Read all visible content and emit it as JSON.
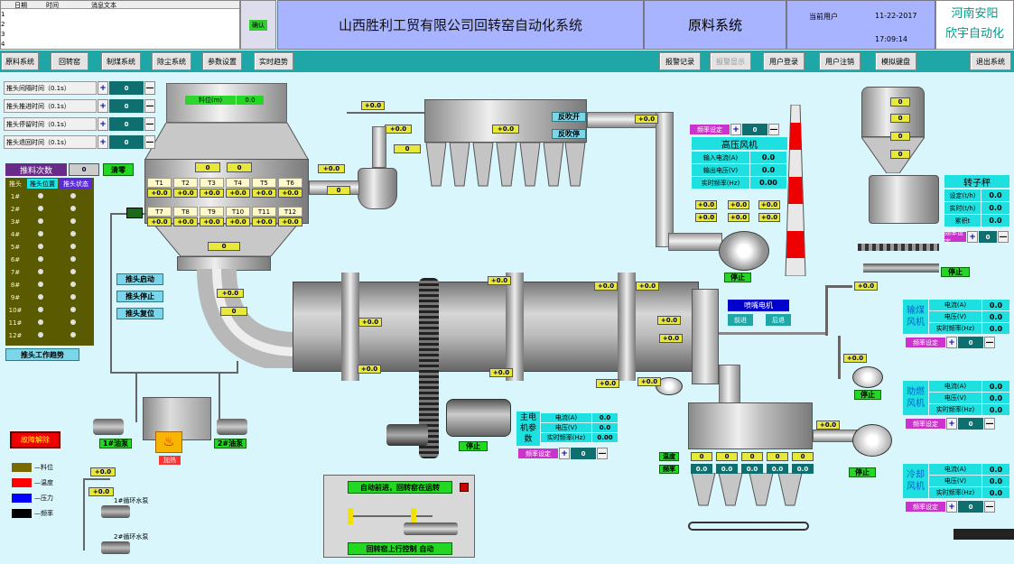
{
  "header": {
    "msg_cols": [
      "日期",
      "时间",
      "消息文本"
    ],
    "msg_rows": [
      "1",
      "2",
      "3",
      "4"
    ],
    "ack_btn": "确认",
    "company_title": "山西胜利工贸有限公司回转窑自动化系统",
    "subsystem": "原料系统",
    "user_label": "当前用户",
    "date": "11-22-2017",
    "time": "17:09:14",
    "brand_line1": "河南安阳",
    "brand_line2": "欣宇自动化"
  },
  "toolbar": {
    "left": [
      "原料系统",
      "回转窑",
      "制煤系统",
      "除尘系统",
      "参数设置",
      "实时趋势"
    ],
    "right": [
      "报警记录",
      "报警显示",
      "用户登录",
      "用户注销",
      "模拟键盘",
      "退出系统"
    ]
  },
  "params": {
    "rows": [
      "推头间隔时间（0.1s）",
      "推头推进时间（0.1s）",
      "推头停留时间（0.1s）",
      "推头退回时间（0.1s）"
    ],
    "plus": "+",
    "minus": "—",
    "value": "0"
  },
  "push_count": {
    "label": "推料次数",
    "value": "0",
    "btn": "清零"
  },
  "head_table": {
    "cols": [
      "推头",
      "推头位置",
      "推头状态"
    ],
    "rows": [
      "1#",
      "2#",
      "3#",
      "4#",
      "5#",
      "6#",
      "7#",
      "8#",
      "9#",
      "10#",
      "11#",
      "12#"
    ],
    "footer": "推头工作趋势"
  },
  "hopper": {
    "level_label": "料位(m)",
    "level_value": "0.0"
  },
  "temps_row1": [
    "T1",
    "T2",
    "T3",
    "T4",
    "T5",
    "T6"
  ],
  "temps_row2": [
    "T7",
    "T8",
    "T9",
    "T10",
    "T11",
    "T12"
  ],
  "push_buttons": [
    "推头启动",
    "推头停止",
    "推头复位"
  ],
  "reading": "+0.0",
  "reading_short": "0",
  "dust": {
    "btn1": "反吹开",
    "btn2": "反吹停"
  },
  "freq_set": "频率设定",
  "hp_fan": {
    "title": "高压风机",
    "rows": [
      "输入电流(A)",
      "输出电压(V)",
      "实时频率(Hz)"
    ],
    "values": [
      "0.0",
      "0.0",
      "0.00"
    ],
    "stop": "停止"
  },
  "nozzle": {
    "title": "喷嘴电机",
    "fwd": "前进",
    "back": "后退"
  },
  "main_motor": {
    "title": "主电机参数",
    "rows": [
      "电流(A)",
      "电压(V)",
      "实时频率(Hz)"
    ],
    "values": [
      "0.0",
      "0.0",
      "0.00"
    ],
    "stop": "停止"
  },
  "coal_fan": {
    "title": "输煤风机",
    "rows": [
      "电流(A)",
      "电压(V)",
      "实时频率(Hz)"
    ],
    "values": [
      "0.0",
      "0.0",
      "0.0"
    ],
    "stop": "停止"
  },
  "smoke_fan": {
    "title": "助燃风机",
    "rows": [
      "电流(A)",
      "电压(V)",
      "实时频率(Hz)"
    ],
    "values": [
      "0.0",
      "0.0",
      "0.0"
    ],
    "stop": "停止"
  },
  "cool_fan": {
    "title": "冷却风机",
    "rows": [
      "电流(A)",
      "电压(V)",
      "实时频率(Hz)"
    ],
    "values": [
      "0.0",
      "0.0",
      "0.0"
    ]
  },
  "rotor": {
    "title": "转子秤",
    "rows": [
      "设定(t/h)",
      "实时(t/h)",
      "累积t"
    ],
    "values": [
      "0.0",
      "0.0",
      "0.0"
    ],
    "stop": "停止"
  },
  "cooler": {
    "label1": "温度",
    "label2": "频率",
    "values": [
      "0.0",
      "0.0",
      "0.0",
      "0.0",
      "0.0"
    ]
  },
  "pump": {
    "pump1": "1#油泵",
    "pump2": "2#油泵",
    "heater": "加热",
    "w1": "1#循环水泵",
    "w2": "2#循环水泵"
  },
  "legend": {
    "reset": "故障解除",
    "items": [
      {
        "label": "—料位",
        "color": "#7a6a00"
      },
      {
        "label": "—温度",
        "color": "#ff0000"
      },
      {
        "label": "—压力",
        "color": "#0000ff"
      },
      {
        "label": "—频率",
        "color": "#000000"
      }
    ]
  },
  "auto_panel": {
    "top": "自动前进，回转窑在运转",
    "bottom": "回转窑上行控制  自动"
  },
  "colors": {
    "title_bg": "#a8b4ff",
    "accent_green": "#22d822",
    "teal": "#1fa6a6"
  }
}
